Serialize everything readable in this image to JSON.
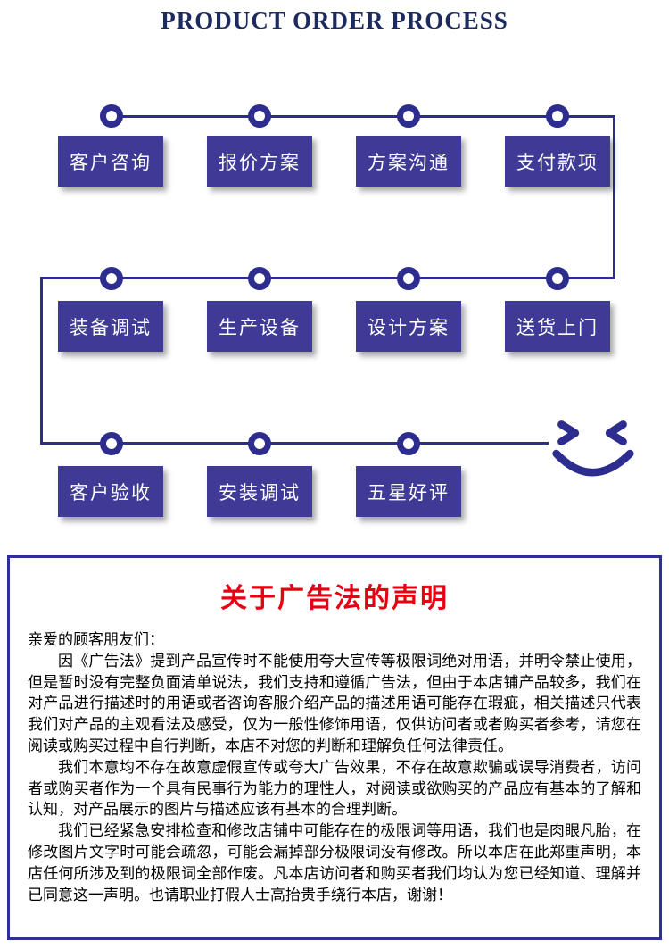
{
  "page_title": "PRODUCT ORDER PROCESS",
  "flow": {
    "rows": [
      {
        "steps": [
          "客户咨询",
          "报价方案",
          "方案沟通",
          "支付款项"
        ]
      },
      {
        "steps": [
          "装备调试",
          "生产设备",
          "设计方案",
          "送货上门"
        ]
      },
      {
        "steps": [
          "客户验收",
          "安装调试",
          "五星好评"
        ]
      }
    ],
    "smiley_icon": "smiley-face"
  },
  "statement": {
    "title": "关于广告法的声明",
    "greeting": "亲爱的顾客朋友们：",
    "paragraphs": [
      "因《广告法》提到产品宣传时不能使用夸大宣传等极限词绝对用语，并明令禁止使用，但是暂时没有完整负面清单说法，我们支持和遵循广告法，但由于本店铺产品较多，我们在对产品进行描述时的用语或者咨询客服介绍产品的描述用语可能存在瑕疵，相关描述只代表我们对产品的主观看法及感受，仅为一般性修饰用语，仅供访问者或者购买者参考，请您在阅读或购买过程中自行判断，本店不对您的判断和理解负任何法律责任。",
      "我们本意均不存在故意虚假宣传或夸大广告效果，不存在故意欺骗或误导消费者，访问者或购买者作为一个具有民事行为能力的理性人，对阅读或欲购买的产品应有基本的了解和认知，对产品展示的图片与描述应该有基本的合理判断。",
      "我们已经紧急安排检查和修改店铺中可能存在的极限词等用语，我们也是肉眼凡胎，在修改图片文字时可能会疏忽，可能会漏掉部分极限词没有修改。所以本店在此郑重声明，本店任何所涉及到的极限词全部作废。凡本店访问者和购买者我们均认为您已经知道、理解并已同意这一声明。也请职业打假人士高抬贵手绕行本店，谢谢！"
    ]
  },
  "colors": {
    "box_purple": "#3e3a96",
    "connector_blue": "#2c2d8e",
    "title_navy": "#1c2a5e",
    "statement_red": "#e60012",
    "statement_border": "#2e3192"
  }
}
